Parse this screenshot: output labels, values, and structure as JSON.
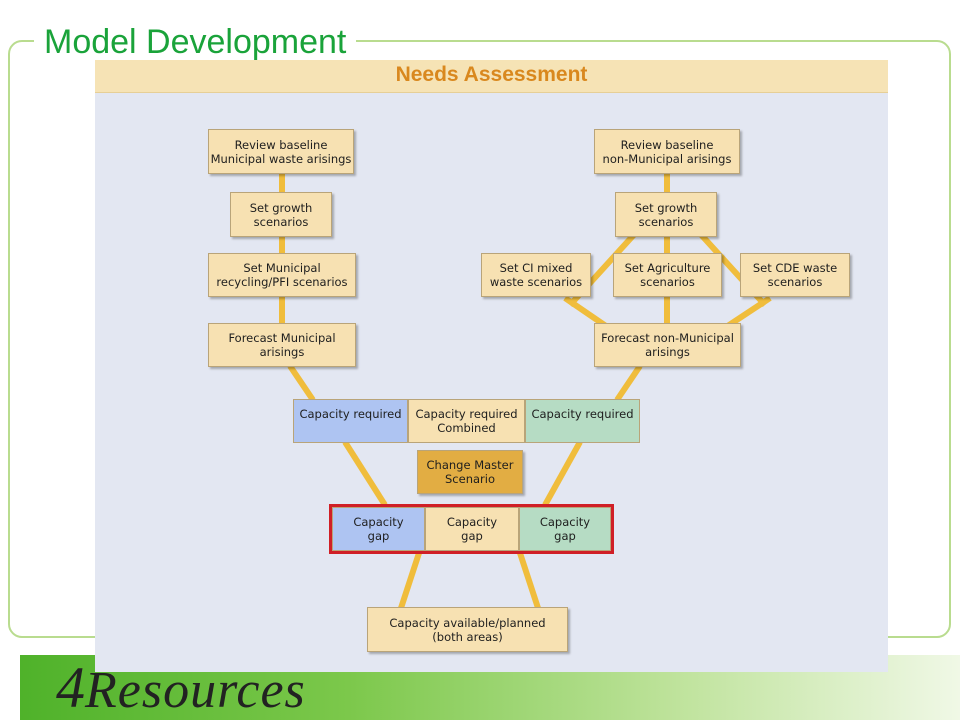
{
  "slide": {
    "title": "Model Development",
    "logo_four": "4",
    "logo_word": "Resources"
  },
  "diagram": {
    "title": "Needs Assessment",
    "nodes": {
      "review_municipal": "Review baseline\nMunicipal waste arisings",
      "growth_left": "Set growth\nscenarios",
      "municipal_recycling": "Set Municipal\nrecycling/PFI scenarios",
      "forecast_municipal": "Forecast Municipal\narisings",
      "review_non_municipal": "Review baseline\nnon-Municipal arisings",
      "growth_right": "Set growth\nscenarios",
      "ci_mixed": "Set CI mixed\nwaste scenarios",
      "agriculture": "Set Agriculture\nscenarios",
      "cde_waste": "Set CDE waste\nscenarios",
      "forecast_non_municipal": "Forecast non-Municipal\narisings",
      "capacity_required_municipal": "Capacity required",
      "capacity_required_combined": "Capacity required\nCombined",
      "capacity_required_non_municipal": "Capacity required",
      "change_master": "Change Master\nScenario",
      "capacity_gap_municipal": "Capacity\ngap",
      "capacity_gap_combined": "Capacity\ngap",
      "capacity_gap_non_municipal": "Capacity\ngap",
      "capacity_available": "Capacity available/planned\n(both areas)"
    },
    "colors": {
      "box": "#f7e1b2",
      "municipal": "#aec4f2",
      "non_municipal": "#b6dcc4",
      "change_master": "#e2ad43",
      "connector": "#f0bd3c",
      "highlight_outline": "#d01f26",
      "title_text": "#1aa33a",
      "header_text": "#d9881e"
    }
  }
}
